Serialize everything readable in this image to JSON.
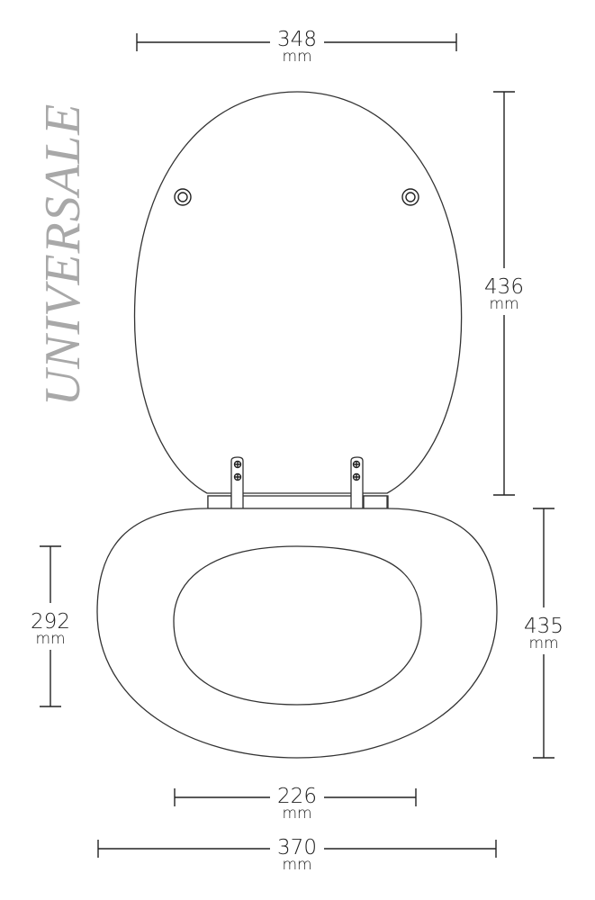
{
  "brand": "UNIVERSALE",
  "dimensions": {
    "lid_width": {
      "value": "348",
      "unit": "mm"
    },
    "lid_length": {
      "value": "436",
      "unit": "mm"
    },
    "seat_length": {
      "value": "435",
      "unit": "mm"
    },
    "opening_length": {
      "value": "292",
      "unit": "mm"
    },
    "opening_width": {
      "value": "226",
      "unit": "mm"
    },
    "seat_width": {
      "value": "370",
      "unit": "mm"
    }
  },
  "colors": {
    "line": "#222222",
    "brand": "#a8a8a8"
  }
}
